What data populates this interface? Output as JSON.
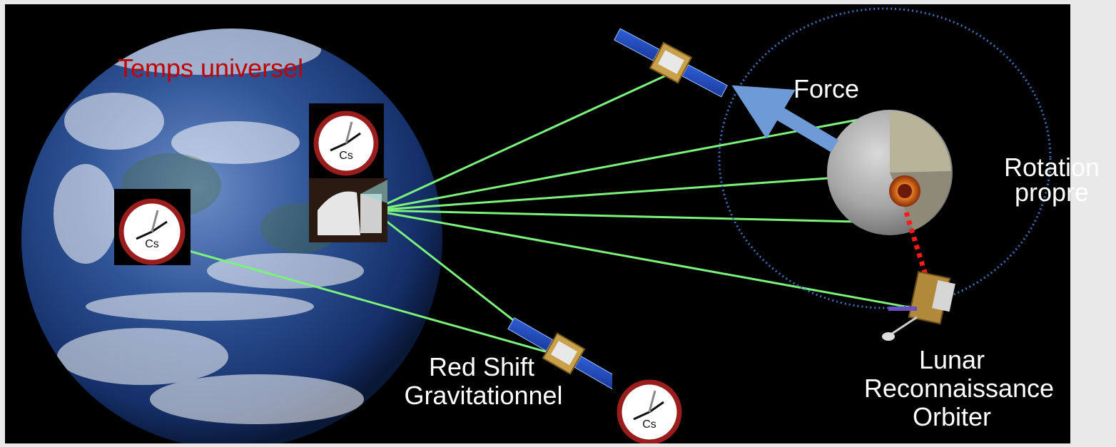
{
  "labels": {
    "title": "Temps universel",
    "force": "Force",
    "rotation_line1": "Rotation",
    "rotation_line2": "propre",
    "redshift_line1": "Red Shift",
    "redshift_line2": "Gravitationnel",
    "lro_line1": "Lunar",
    "lro_line2": "Reconnaissance",
    "lro_line3": "Orbiter"
  },
  "clock_symbol": "Cs",
  "colors": {
    "background": "#000000",
    "title": "#c00000",
    "text": "#ffffff",
    "laser_links": "#7cf27c",
    "force_arrow": "#6e9ad6",
    "orbit_ring": "#3f6fb8",
    "lro_link": "#ff1a1a"
  },
  "icons": [
    "earth-image",
    "atomic-clock-icon",
    "telescope-station-image",
    "navigation-satellite-icon",
    "moon-cutaway-image",
    "lro-spacecraft-icon"
  ]
}
